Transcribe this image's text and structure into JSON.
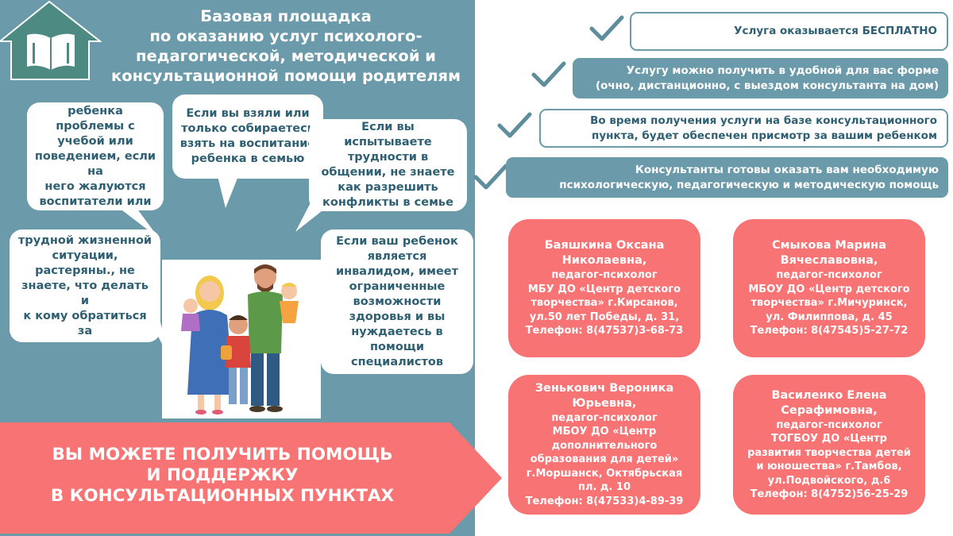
{
  "title": {
    "lines": [
      "Базовая площадка",
      "по оказанию услуг психолого-",
      "педагогической, методической и",
      "консультационной помощи родителям"
    ]
  },
  "bubbles": [
    "Если у вашего\nребенка проблемы с\nучебой или\nповедением, если на\nнего жалуются\nвоспитатели или\nучителя",
    "Если вы взяли или\nтолько собираетесь\nвзять на воспитание\nребенка в семью",
    "Если вы\nиспытываете\nтрудности в\nобщении, не знаете\nкак разрешить\nконфликты в семье",
    "Если вы оказались в\nтрудной жизненной\nситуации,\nрастеряны., не\nзнаете, что делать и\nк кому обратиться за\nпомощью",
    "Если ваш ребенок\nявляется\nинвалидом, имеет\nограниченные\nвозможности\nздоровья и вы\nнуждаетесь в\nпомощи\nспециалистов"
  ],
  "help_banner": "ВЫ МОЖЕТЕ ПОЛУЧИТЬ ПОМОЩЬ\nИ ПОДДЕРЖКУ\nВ КОНСУЛЬТАЦИОННЫХ ПУНКТАХ",
  "benefits": [
    "Услуга оказывается БЕСПЛАТНО",
    "Услугу можно получить в удобной для вас форме\n(очно, дистанционно, с выездом консультанта на дом)",
    "Во время получения услуги на базе консультационного\nпункта, будет обеспечен присмотр за вашим ребенком",
    "Консультанты готовы оказать вам необходимую\nпсихологическую, педагогическую и методическую помощь"
  ],
  "consultants": [
    {
      "name": "Баяшкина Оксана\nНиколаевна,",
      "details": "педагог-психолог\nМБУ ДО «Центр детского\nтворчества» г.Кирсанов,\nул.50 лет Победы, д. 31,\nТелефон: 8(47537)3-68-73"
    },
    {
      "name": "Смыкова Марина\nВячеславовна,",
      "details": "педагог-психолог\nМБОУ ДО «Центр детского\nтворчества» г.Мичуринск,\nул. Филиппова, д. 45\nТелефон: 8(47545)5-27-72"
    },
    {
      "name": "Зенькович Вероника\nЮрьевна,",
      "details": "педагог-психолог\nМБОУ ДО «Центр\nдополнительного\nобразования для детей»\nг.Моршанск, Октябрьская\nпл. д. 10\nТелефон: 8(47533)4-89-39"
    },
    {
      "name": "Василенко Елена\nСерафимовна,",
      "details": "педагог-психолог\nТОГБОУ ДО «Центр\nразвития творчества детей\nи юношества» г.Тамбов,\nул.Подвойского, д.6\nТелефон: 8(4752)56-25-29"
    }
  ],
  "colors": {
    "panel": "#6b9aaa",
    "accent_red": "#f87374",
    "dark_text": "#2e5f73",
    "check": "#5e8d9c"
  },
  "icons": [
    "house-book-icon",
    "check-icon"
  ]
}
